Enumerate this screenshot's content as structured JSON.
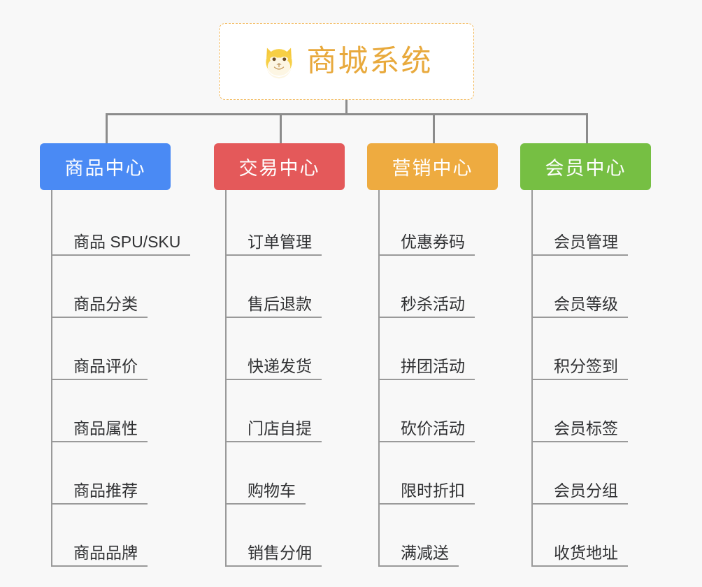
{
  "root": {
    "title": "商城系统",
    "icon": "shiba-dog-face-icon",
    "text_color": "#e8a93c",
    "border_color": "#f2b95c",
    "background": "#ffffff"
  },
  "canvas": {
    "background": "#f8f8f8",
    "connector_color": "#8c8c8c",
    "leaf_line_color": "#9a9a9a",
    "leaf_text_color": "#303133"
  },
  "branches": [
    {
      "label": "商品中心",
      "color": "#4a8af4",
      "items": [
        {
          "label": "商品 SPU/SKU"
        },
        {
          "label": "商品分类"
        },
        {
          "label": "商品评价"
        },
        {
          "label": "商品属性"
        },
        {
          "label": "商品推荐"
        },
        {
          "label": "商品品牌"
        }
      ]
    },
    {
      "label": "交易中心",
      "color": "#e4595a",
      "items": [
        {
          "label": "订单管理"
        },
        {
          "label": "售后退款"
        },
        {
          "label": "快递发货"
        },
        {
          "label": "门店自提"
        },
        {
          "label": "购物车"
        },
        {
          "label": "销售分佣"
        }
      ]
    },
    {
      "label": "营销中心",
      "color": "#eeab40",
      "items": [
        {
          "label": "优惠券码"
        },
        {
          "label": "秒杀活动"
        },
        {
          "label": "拼团活动"
        },
        {
          "label": "砍价活动"
        },
        {
          "label": "限时折扣"
        },
        {
          "label": "满减送"
        }
      ]
    },
    {
      "label": "会员中心",
      "color": "#76bf43",
      "items": [
        {
          "label": "会员管理"
        },
        {
          "label": "会员等级"
        },
        {
          "label": "积分签到"
        },
        {
          "label": "会员标签"
        },
        {
          "label": "会员分组"
        },
        {
          "label": "收货地址"
        }
      ]
    }
  ]
}
